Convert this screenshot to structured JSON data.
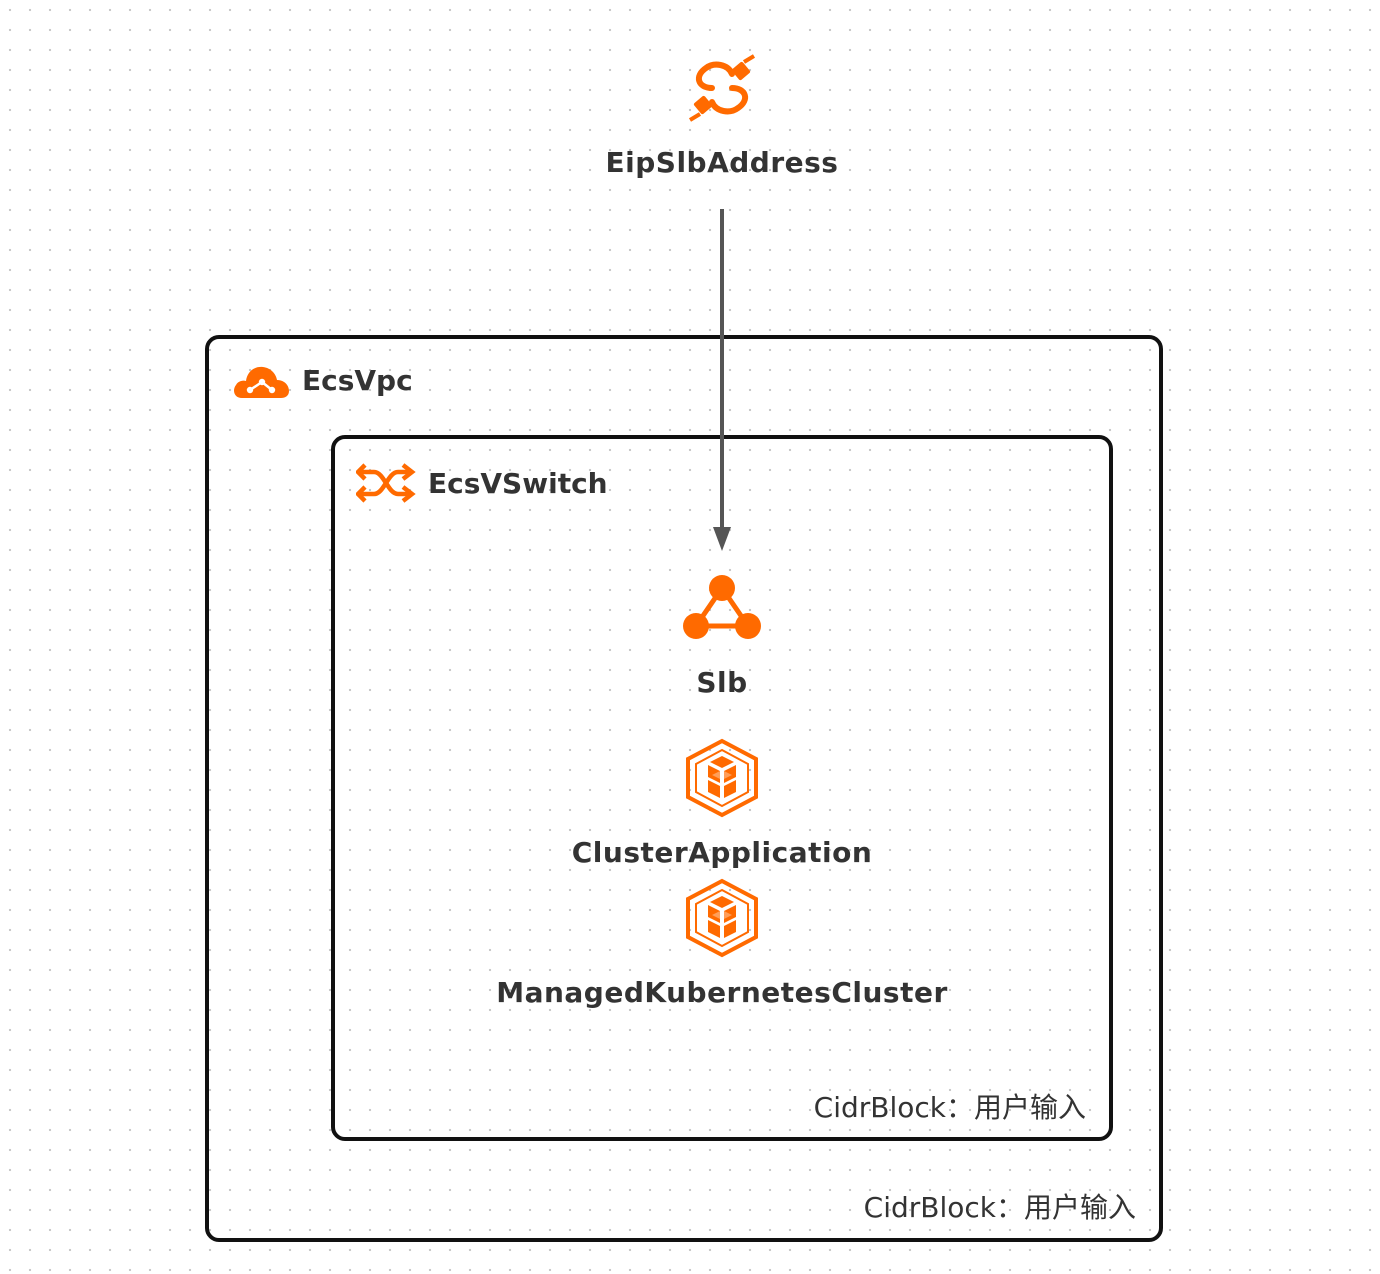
{
  "nodes": {
    "eip": {
      "label": "EipSlbAddress",
      "icon": "eip-link-icon"
    },
    "slb": {
      "label": "Slb",
      "icon": "load-balancer-icon"
    },
    "cluster_app": {
      "label": "ClusterApplication",
      "icon": "container-cube-icon"
    },
    "k8s_cluster": {
      "label": "ManagedKubernetesCluster",
      "icon": "container-cube-icon"
    }
  },
  "groups": {
    "vpc": {
      "title": "EcsVpc",
      "icon": "cloud-icon",
      "cidr": "CidrBlock：用户输入"
    },
    "vswitch": {
      "title": "EcsVSwitch",
      "icon": "shuffle-icon",
      "cidr": "CidrBlock：用户输入"
    }
  },
  "edges": [
    {
      "from": "EipSlbAddress",
      "to": "Slb"
    }
  ],
  "colors": {
    "accent": "#FF6A00",
    "border": "#111111",
    "arrow": "#555555",
    "text": "#333333"
  }
}
